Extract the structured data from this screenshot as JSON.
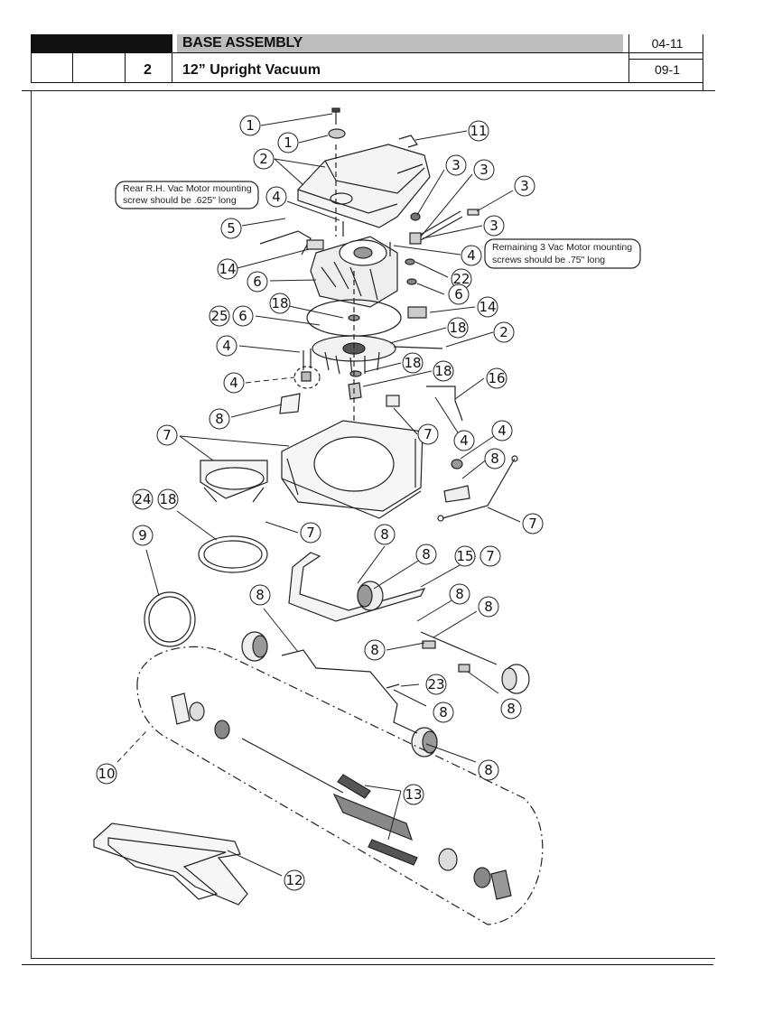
{
  "header": {
    "title": "BASE ASSEMBLY",
    "subtitle": "12” Upright Vacuum",
    "section_number": "2",
    "page_top": "04-11",
    "page_bottom": "09-1"
  },
  "notes": {
    "rear_motor_line1": "Rear R.H. Vac Motor mounting",
    "rear_motor_line2": "screw should be .625\" long",
    "remaining_line1": "Remaining 3 Vac Motor mounting",
    "remaining_line2": "screws should be .75\" long"
  },
  "callouts": [
    "1",
    "1",
    "11",
    "2",
    "3",
    "3",
    "3",
    "3",
    "4",
    "5",
    "4",
    "14",
    "22",
    "6",
    "6",
    "14",
    "18",
    "25",
    "6",
    "18",
    "2",
    "4",
    "18",
    "18",
    "16",
    "4",
    "8",
    "7",
    "7",
    "4",
    "4",
    "8",
    "24",
    "18",
    "7",
    "7",
    "9",
    "8",
    "8",
    "15",
    "7",
    "8",
    "8",
    "8",
    "8",
    "23",
    "8",
    "8",
    "10",
    "8",
    "13",
    "12"
  ]
}
